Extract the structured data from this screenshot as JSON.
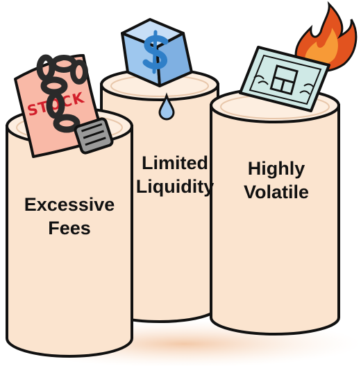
{
  "cylinders": [
    {
      "id": "excessive-fees",
      "line1": "Excessive",
      "line2": "Fees",
      "icon": "chained-stock-certificate"
    },
    {
      "id": "limited-liquidity",
      "line1": "Limited",
      "line2": "Liquidity",
      "icon": "dripping-ice-cube-dollar"
    },
    {
      "id": "highly-volatile",
      "line1": "Highly",
      "line2": "Volatile",
      "icon": "burning-certificate"
    }
  ],
  "stock_label": "STOCK",
  "colors": {
    "cylinder_fill": "#fbe4cf",
    "cylinder_top": "#fdeee0",
    "shadow": "#f6d5ba",
    "outline": "#111111",
    "ice": "#9ec7ee",
    "certificate": "#cfe9e6",
    "stock_paper": "#f9b9a7",
    "stock_text": "#d21f2b",
    "flame_outer": "#e2531f",
    "flame_inner": "#f79a37"
  }
}
